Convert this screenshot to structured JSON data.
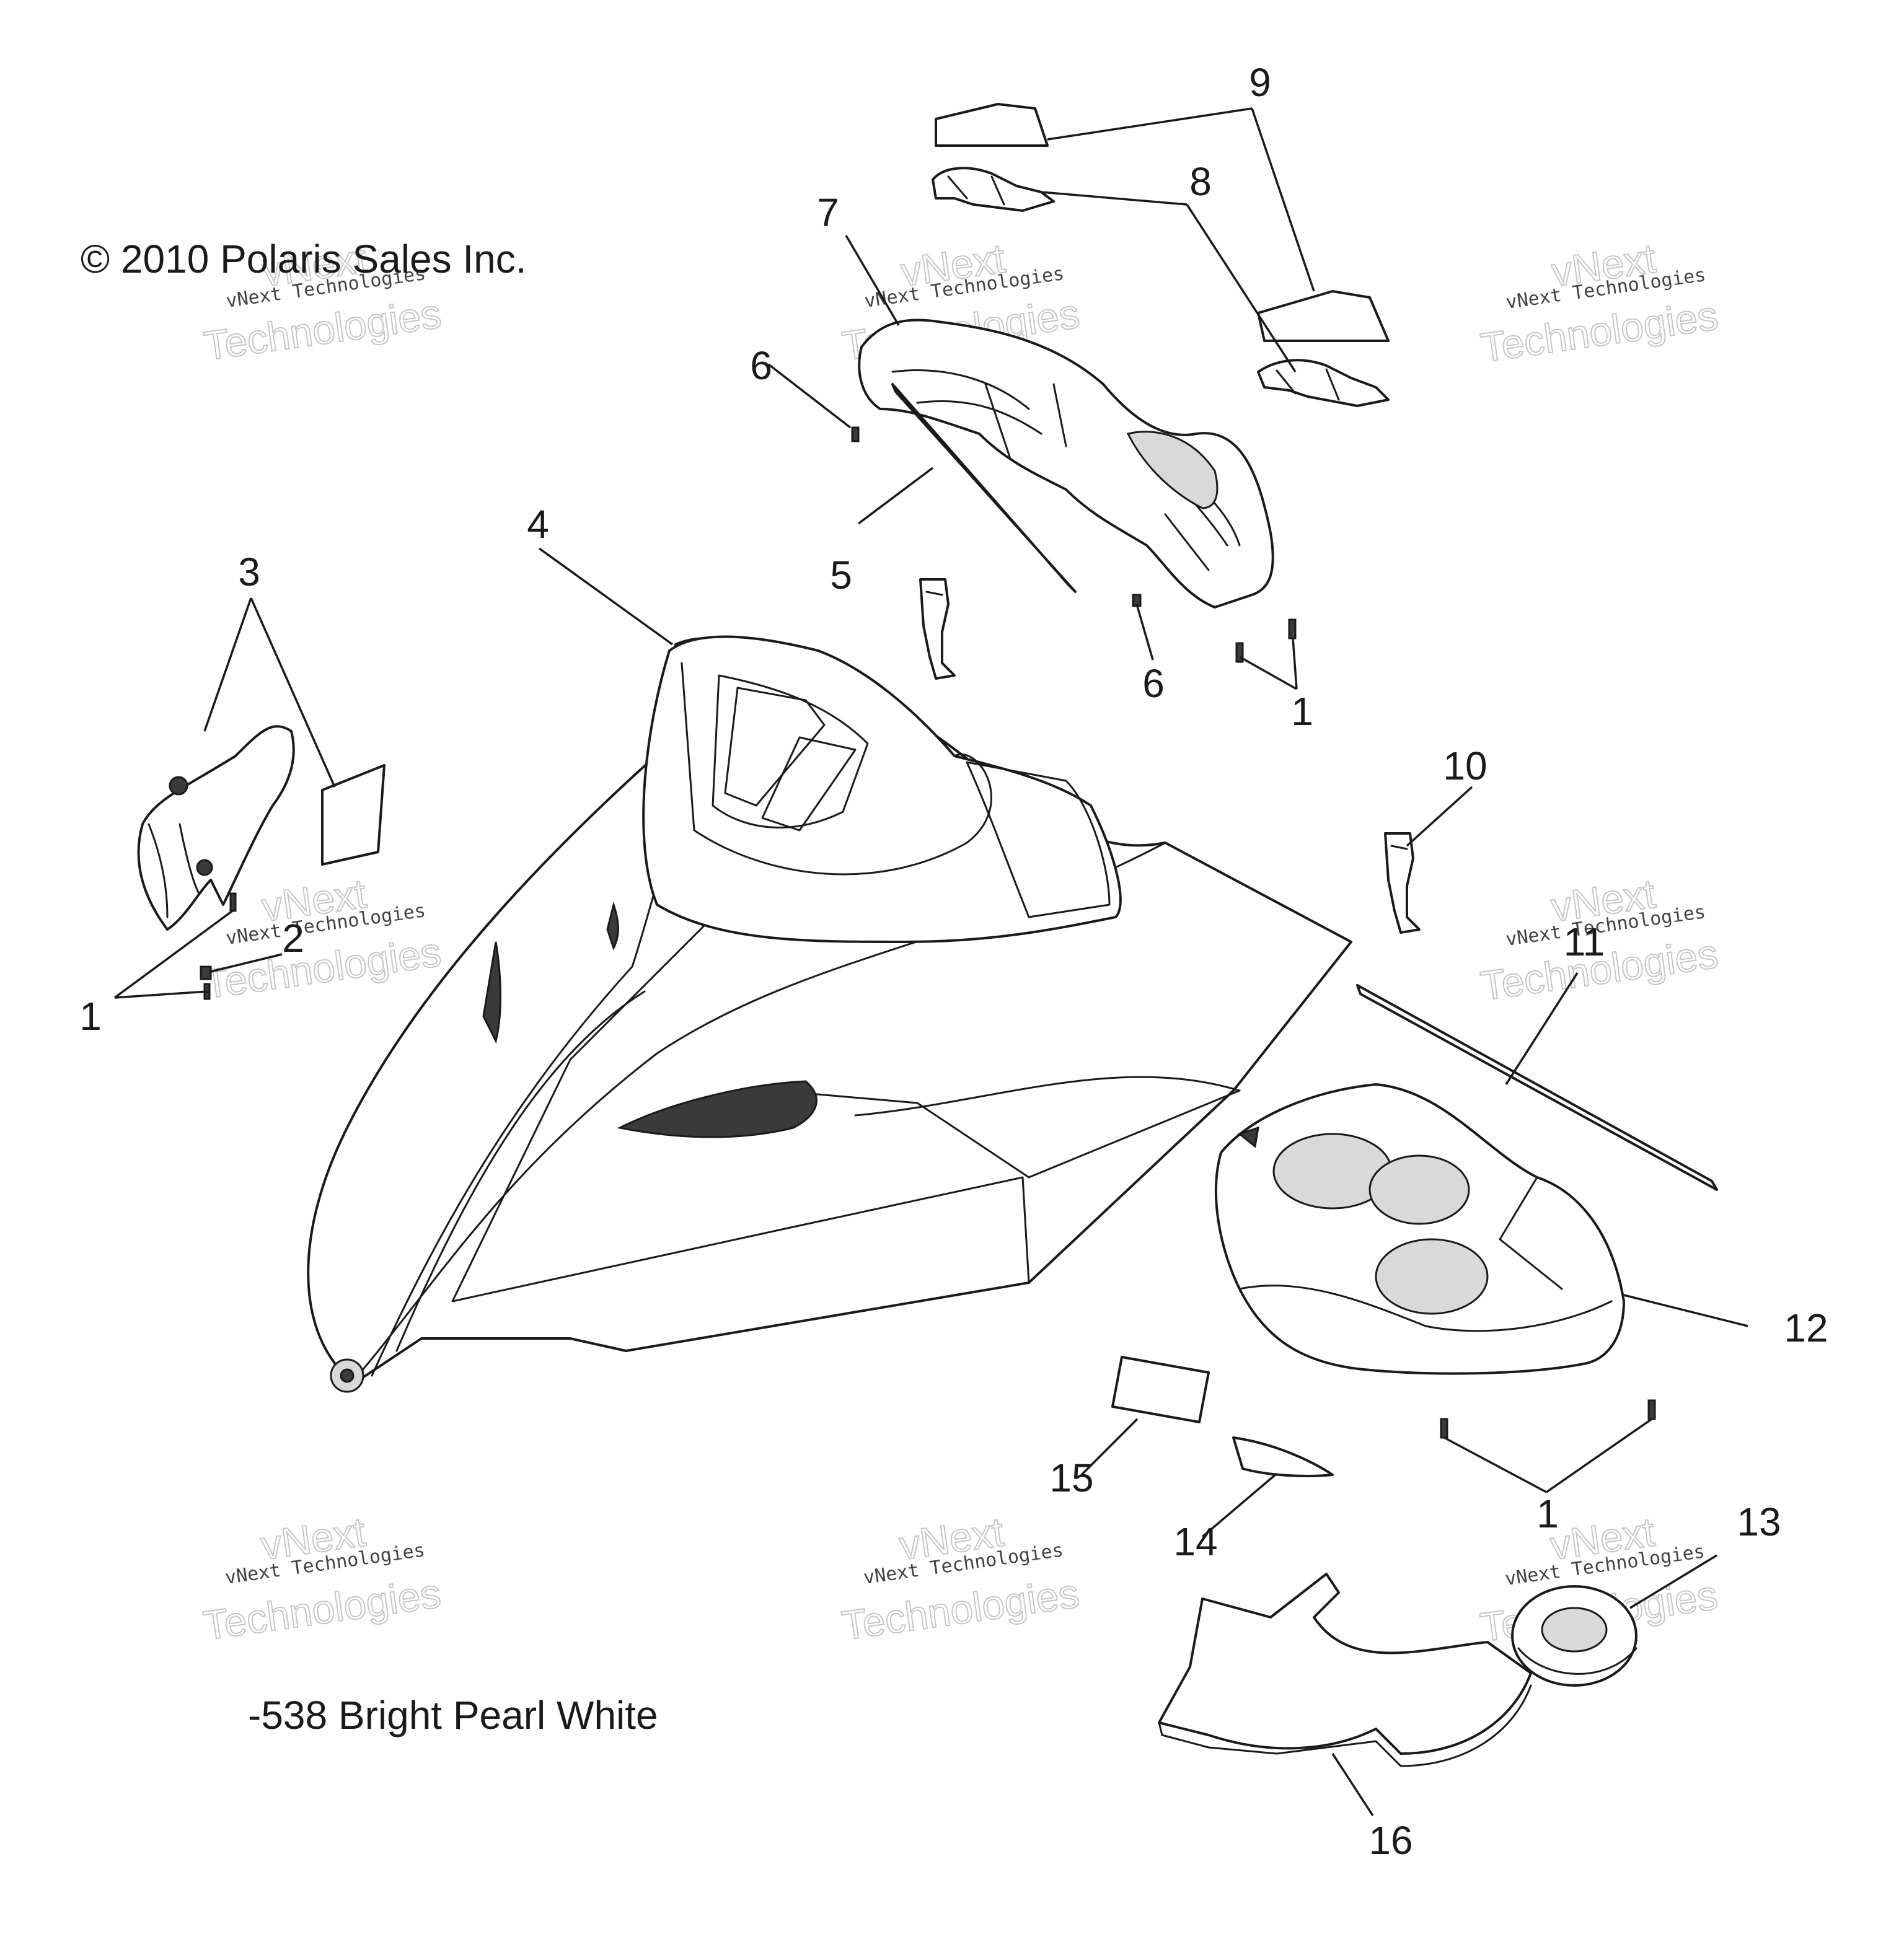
{
  "copyright": "© 2010 Polaris Sales Inc.",
  "color_note": "-538 Bright Pearl White",
  "watermark": {
    "line1": "vNext Technologies",
    "line2": "vNext",
    "line3": "Technologies"
  },
  "callouts": {
    "c1a": "1",
    "c1b": "1",
    "c1c": "1",
    "c2": "2",
    "c3": "3",
    "c4": "4",
    "c5": "5",
    "c6a": "6",
    "c6b": "6",
    "c7": "7",
    "c8": "8",
    "c9": "9",
    "c10": "10",
    "c11": "11",
    "c12": "12",
    "c13": "13",
    "c14": "14",
    "c15": "15",
    "c16": "16"
  }
}
